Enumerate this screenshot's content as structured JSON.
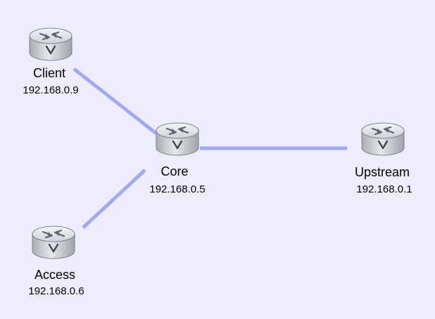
{
  "colors": {
    "background": "#ededfe",
    "link": "#a3a8f3",
    "router_body": "#c9ccd0",
    "router_top": "#e2e4e7",
    "router_mark": "#5a6470"
  },
  "icons": {
    "router": "router-icon"
  },
  "nodes": [
    {
      "id": "client",
      "name": "Client",
      "ip": "192.168.0.9"
    },
    {
      "id": "core",
      "name": "Core",
      "ip": "192.168.0.5"
    },
    {
      "id": "upstream",
      "name": "Upstream",
      "ip": "192.168.0.1"
    },
    {
      "id": "access",
      "name": "Access",
      "ip": "192.168.0.6"
    }
  ],
  "links": [
    {
      "from": "client",
      "to": "core"
    },
    {
      "from": "core",
      "to": "upstream"
    },
    {
      "from": "core",
      "to": "access"
    }
  ]
}
